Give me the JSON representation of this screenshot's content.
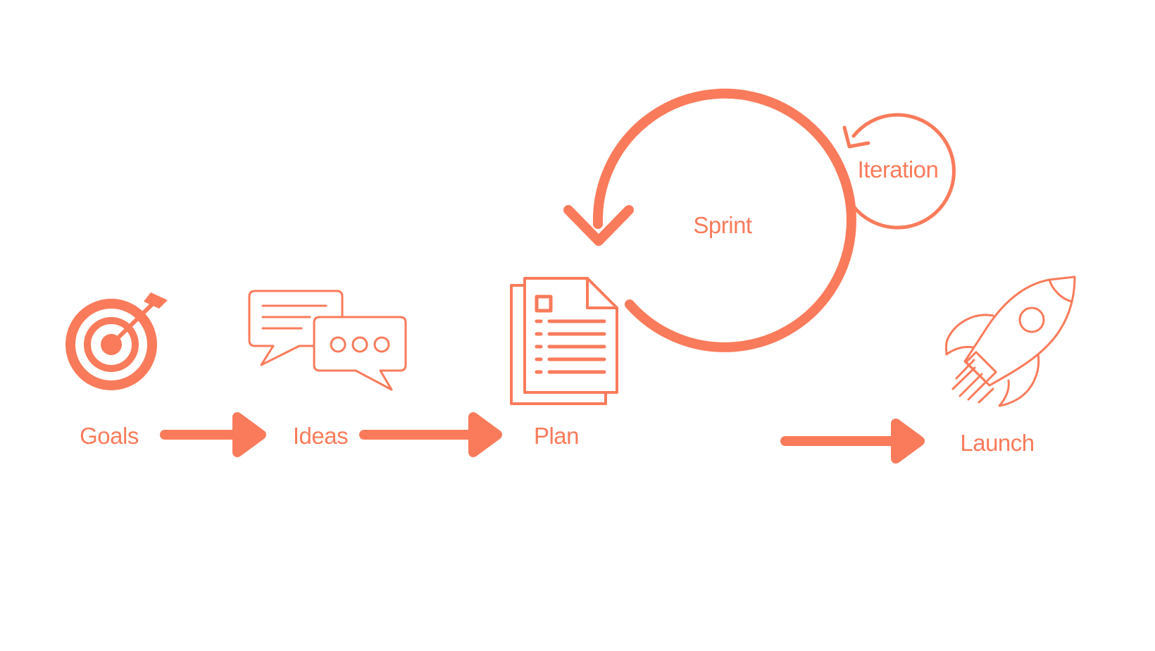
{
  "colors": {
    "accent": "#F97B5B",
    "background": "#FFFFFF"
  },
  "steps": [
    {
      "label": "Goals",
      "icon": "target-with-arrow-icon"
    },
    {
      "label": "Ideas",
      "icon": "speech-bubbles-icon"
    },
    {
      "label": "Plan",
      "icon": "documents-icon"
    },
    {
      "label": "Launch",
      "icon": "rocket-icon"
    }
  ],
  "cycles": {
    "sprint_label": "Sprint",
    "iteration_label": "Iteration"
  }
}
